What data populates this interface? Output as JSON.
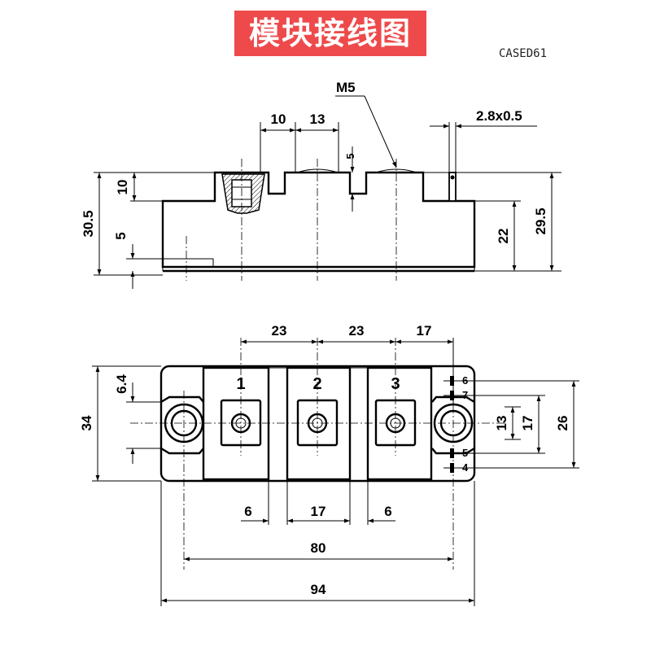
{
  "title": "模块接线图",
  "case_code": "CASED61",
  "side_view": {
    "thread_label": "M5",
    "pin_label": "2.8x0.5",
    "dims": {
      "top_left": "10",
      "top_right": "13",
      "slot_depth": "5",
      "left_upper": "10",
      "left_lower": "5",
      "total_height_left": "30.5",
      "right_inner": "22",
      "total_height_right": "29.5"
    }
  },
  "top_view": {
    "terminals": [
      "1",
      "2",
      "3"
    ],
    "aux_pins": [
      "6",
      "7",
      "5",
      "4"
    ],
    "dims": {
      "top_1": "23",
      "top_2": "23",
      "top_3": "17",
      "left_offset": "6.4",
      "left_height": "34",
      "right_inner": "13",
      "right_mid": "17",
      "right_outer": "26",
      "bottom_1": "6",
      "bottom_2": "17",
      "bottom_3": "6",
      "hole_span": "80",
      "total_width": "94"
    }
  }
}
